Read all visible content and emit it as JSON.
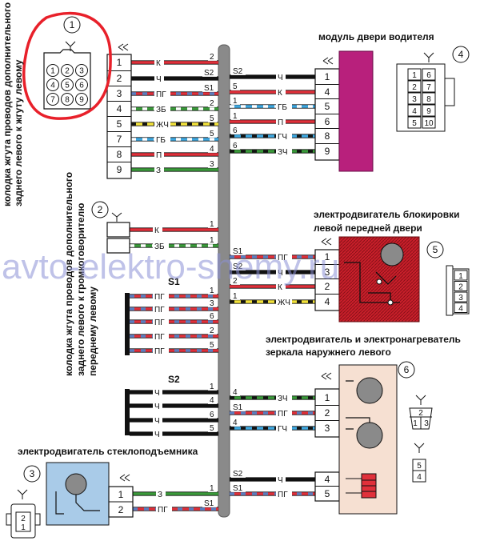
{
  "watermark": "avto-elektro-shemy.ru",
  "components": {
    "c1": {
      "num": "1",
      "label_lines": [
        "колодка жгута проводов дополнительного",
        "заднего левого к жгуту левому"
      ],
      "housing_pins": [
        "1",
        "2",
        "3",
        "4",
        "5",
        "6",
        "7",
        "8",
        "9"
      ]
    },
    "c2": {
      "num": "2",
      "label_lines": [
        "колодка жгута проводов дополнительного",
        "заднего левого к громкоговорителю",
        "переднему левому"
      ]
    },
    "c3": {
      "num": "3",
      "label": "электродвигатель стеклоподъемника",
      "housing_pins": [
        "2",
        "1"
      ]
    },
    "c4": {
      "num": "4",
      "label": "модуль двери водителя",
      "housing_pins": [
        "1",
        "6",
        "2",
        "7",
        "3",
        "8",
        "4",
        "9",
        "5",
        "10"
      ]
    },
    "c5": {
      "num": "5",
      "label_lines": [
        "электродвигатель блокировки",
        "левой передней двери"
      ],
      "housing_pins": [
        "1",
        "2",
        "3",
        "4"
      ]
    },
    "c6": {
      "num": "6",
      "label_lines": [
        "электродвигатель и электронагреватель",
        "зеркала наружнего левого"
      ],
      "housing_pins_a": [
        "2",
        "1",
        "3"
      ],
      "housing_pins_b": [
        "5",
        "4"
      ]
    },
    "s1": {
      "label": "S1"
    },
    "s2": {
      "label": "S2"
    }
  },
  "wires": {
    "c1": [
      {
        "pin": "1",
        "code": "К",
        "end": "2"
      },
      {
        "pin": "2",
        "code": "Ч",
        "end": "S2"
      },
      {
        "pin": "3",
        "code": "ПГ",
        "end": "S1"
      },
      {
        "pin": "4",
        "code": "ЗБ",
        "end": "2"
      },
      {
        "pin": "5",
        "code": "ЖЧ",
        "end": "5"
      },
      {
        "pin": "7",
        "code": "ГБ",
        "end": "5"
      },
      {
        "pin": "8",
        "code": "П",
        "end": "4"
      },
      {
        "pin": "9",
        "code": "З",
        "end": "3"
      }
    ],
    "c2": [
      {
        "code": "К",
        "end": "1"
      },
      {
        "code": "ЗБ",
        "end": "1"
      }
    ],
    "s1": [
      {
        "code": "ПГ",
        "end": "1"
      },
      {
        "code": "ПГ",
        "end": "3"
      },
      {
        "code": "ПГ",
        "end": "6"
      },
      {
        "code": "ПГ",
        "end": "2"
      },
      {
        "code": "ПГ",
        "end": "5"
      }
    ],
    "s2": [
      {
        "code": "Ч",
        "end": "1"
      },
      {
        "code": "Ч",
        "end": "4"
      },
      {
        "code": "Ч",
        "end": "6"
      },
      {
        "code": "Ч",
        "end": "5"
      }
    ],
    "c3": [
      {
        "pin": "1",
        "code": "З",
        "end": "1"
      },
      {
        "pin": "2",
        "code": "ПГ",
        "end": "S1"
      }
    ],
    "c4": [
      {
        "pin": "1",
        "code": "Ч",
        "end": "S2"
      },
      {
        "pin": "4",
        "code": "К",
        "end": "5"
      },
      {
        "pin": "5",
        "code": "ГБ",
        "end": "1"
      },
      {
        "pin": "6",
        "code": "П",
        "end": "1"
      },
      {
        "pin": "8",
        "code": "ГЧ",
        "end": "6"
      },
      {
        "pin": "9",
        "code": "ЗЧ",
        "end": "6"
      }
    ],
    "c5": [
      {
        "pin": "1",
        "code": "ПГ",
        "end": "S1"
      },
      {
        "pin": "3",
        "code": "Ч",
        "end": "S2"
      },
      {
        "pin": "2",
        "code": "К",
        "end": "2"
      },
      {
        "pin": "4",
        "code": "ЖЧ",
        "end": "1"
      }
    ],
    "c6": [
      {
        "pin": "1",
        "code": "ЗЧ",
        "end": "4"
      },
      {
        "pin": "2",
        "code": "ПГ",
        "end": "S1"
      },
      {
        "pin": "3",
        "code": "ГЧ",
        "end": "4"
      },
      {
        "pin": "4",
        "code": "Ч",
        "end": "S2"
      },
      {
        "pin": "5",
        "code": "ПГ",
        "end": "S1"
      }
    ]
  },
  "colors": {
    "К": [
      "#e0303a",
      null
    ],
    "Ч": [
      "#111111",
      null
    ],
    "ПГ": [
      "#e0303a",
      "#5a7fc0"
    ],
    "ЗБ": [
      "#3a9a3a",
      "#ffffff"
    ],
    "ЖЧ": [
      "#f2e23a",
      "#111111"
    ],
    "ГБ": [
      "#3fa8e0",
      "#ffffff"
    ],
    "П": [
      "#e0303a",
      null
    ],
    "З": [
      "#3a9a3a",
      null
    ],
    "ГЧ": [
      "#3fa8e0",
      "#111111"
    ],
    "ЗЧ": [
      "#3a9a3a",
      "#111111"
    ],
    "module": "#b8207c",
    "motor_body": "#c81f2a",
    "c3_body": "#a9cbe8",
    "c6_body": "#f6e0d2",
    "harness": "#8a8a8a",
    "highlight_circle": "#e8202a"
  }
}
